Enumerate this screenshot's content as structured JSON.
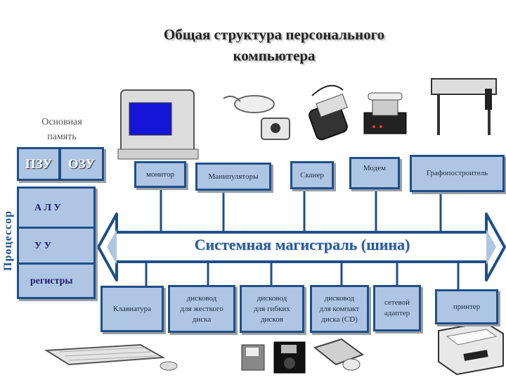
{
  "title_line1": "Общая структура персонального",
  "title_line2": "компьютера",
  "memory": {
    "caption_line1": "Основная",
    "caption_line2": "память",
    "rom": "ПЗУ",
    "ram": "ОЗУ"
  },
  "processor": {
    "label": "Процессор",
    "alu": "А Л У",
    "cu": "У У",
    "registers": "регистры"
  },
  "bus_label": "Системная магистраль (шина)",
  "top_devices": [
    "монитор",
    "Манипуляторы",
    "Сканер",
    "Модем",
    "Графопостроитель"
  ],
  "bottom_devices": [
    [
      "Клавиатура"
    ],
    [
      "дисковод",
      "для жесткого",
      "диска"
    ],
    [
      "дисковод",
      "для гибких",
      "дисков"
    ],
    [
      "дисковод",
      "для компакт",
      "диска (CD)"
    ],
    [
      "сетевой",
      "адаптер"
    ],
    [
      "принтер"
    ]
  ],
  "colors": {
    "box_fill": "#aec6e3",
    "box_border": "#1f4f8a",
    "bus_fill": "#ffffff",
    "bus_border": "#1f4f8a",
    "bus_text": "#2a5b9a"
  }
}
